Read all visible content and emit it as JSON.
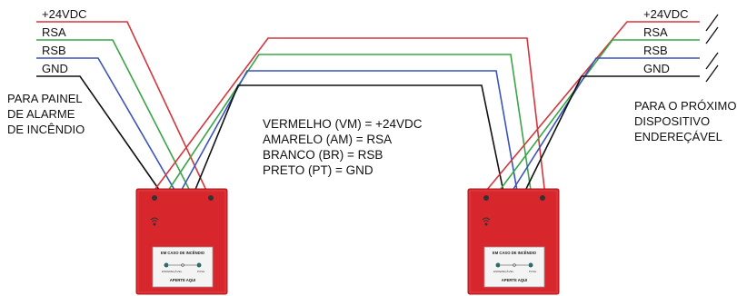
{
  "colors": {
    "wire_24vdc": "#d3363c",
    "wire_rsa": "#3aa546",
    "wire_rsb": "#3b54b8",
    "wire_gnd": "#111111",
    "device_body": "#d8262d",
    "device_plate": "#f4f4f4"
  },
  "left_terminal_labels": [
    "+24VDC",
    "RSA",
    "RSB",
    "GND"
  ],
  "right_terminal_labels": [
    "+24VDC",
    "RSA",
    "RSB",
    "GND"
  ],
  "left_note": [
    "PARA PAINEL",
    "DE ALARME",
    "DE INCÊNDIO"
  ],
  "right_note": [
    "PARA O PRÓXIMO",
    "DISPOSITIVO",
    "ENDEREÇÁVEL"
  ],
  "legend": [
    "VERMELHO (VM) = +24VDC",
    "AMARELO (AM) = RSA",
    "BRANCO (BR) = RSB",
    "PRETO (PT) = GND"
  ],
  "device": {
    "top_text": "EM CASO DE INCÊNDIO",
    "bottom_text": "APERTE AQUI",
    "small_left": "ENDEREÇÁVEL",
    "small_right": "PUSH"
  },
  "icons": [
    "wireless-signal-icon",
    "break-mark-icon"
  ]
}
